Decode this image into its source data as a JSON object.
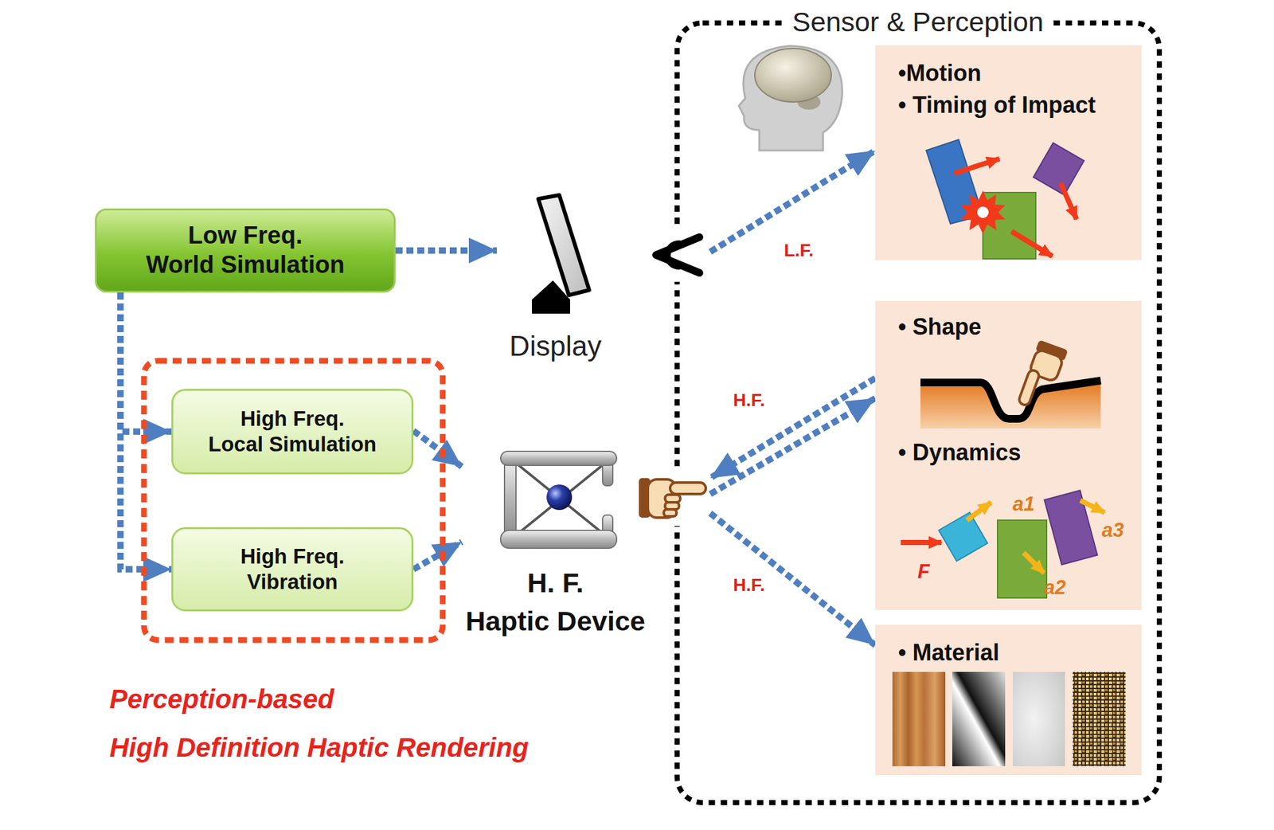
{
  "diagram": {
    "nodes": [
      {
        "text": [
          "Low Freq.",
          "World Simulation"
        ]
      },
      {
        "text": [
          "High Freq.",
          "Local Simulation"
        ]
      },
      {
        "text": [
          "High Freq.",
          "Vibration"
        ]
      },
      {
        "text": [
          "Display"
        ]
      },
      {
        "text": [
          "H. F.",
          "Haptic Device"
        ]
      },
      {
        "text": [
          "Sensor & Perception"
        ]
      },
      {
        "text": [
          "•Motion",
          "• Timing of Impact"
        ],
        "in": 5
      },
      {
        "text": [
          "• Shape",
          "• Dynamics"
        ],
        "in": 5
      },
      {
        "text": [
          "• Material"
        ],
        "in": 5
      }
    ],
    "edges": [
      {
        "from": 0,
        "to": 3,
        "arrow": "to"
      },
      {
        "from": 0,
        "to": 1,
        "arrow": "to"
      },
      {
        "from": 0,
        "to": 2,
        "arrow": "to"
      },
      {
        "from": 1,
        "to": 4,
        "arrow": "to"
      },
      {
        "from": 2,
        "to": 4,
        "arrow": "to"
      },
      {
        "from": 3,
        "to": 6,
        "label": "L.F.",
        "arrow": "to"
      },
      {
        "from": 7,
        "to": 4,
        "label": "H.F.",
        "arrow": "to"
      },
      {
        "from": 4,
        "to": 7,
        "arrow": "to"
      },
      {
        "from": 4,
        "to": 8,
        "label": "H.F.",
        "arrow": "to"
      }
    ],
    "labels": [
      "F",
      "a1",
      "a2",
      "a3",
      "Perception-based",
      "High Definition Haptic Rendering"
    ]
  }
}
